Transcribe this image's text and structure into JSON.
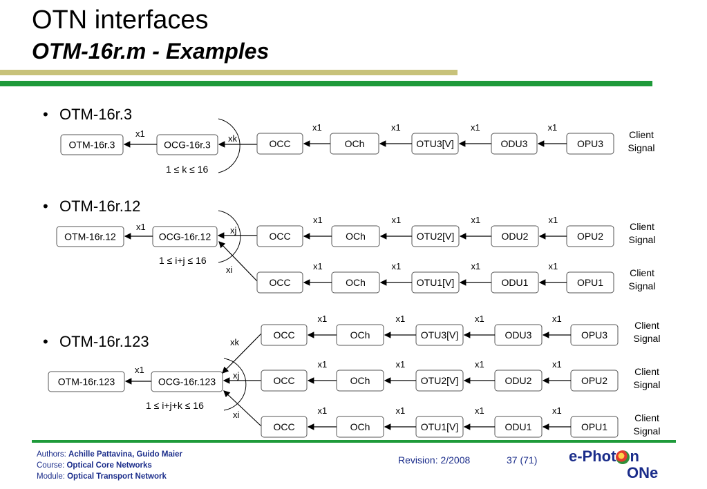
{
  "header": {
    "title": "OTN interfaces",
    "subtitle": "OTM-16r.m - Examples"
  },
  "bullets": [
    "OTM-16r.3",
    "OTM-16r.12",
    "OTM-16r.123"
  ],
  "diagram": {
    "ex1": {
      "otm": "OTM-16r.3",
      "ocg": "OCG-16r.3",
      "chain": [
        "OCC",
        "OCh",
        "OTU3[V]",
        "ODU3",
        "OPU3"
      ],
      "mult_left": "x1",
      "mult_ocg": "xk",
      "mults": [
        "x1",
        "x1",
        "x1",
        "x1"
      ],
      "range": "1 ≤ k ≤ 16",
      "client": [
        "Client",
        "Signal"
      ]
    },
    "ex2": {
      "otm": "OTM-16r.12",
      "ocg": "OCG-16r.12",
      "chains": [
        {
          "mult": "xj",
          "items": [
            "OCC",
            "OCh",
            "OTU2[V]",
            "ODU2",
            "OPU2"
          ],
          "mults": [
            "x1",
            "x1",
            "x1",
            "x1"
          ]
        },
        {
          "mult": "xi",
          "items": [
            "OCC",
            "OCh",
            "OTU1[V]",
            "ODU1",
            "OPU1"
          ],
          "mults": [
            "x1",
            "x1",
            "x1",
            "x1"
          ]
        }
      ],
      "mult_left": "x1",
      "range": "1 ≤ i+j ≤ 16",
      "client": [
        "Client",
        "Signal"
      ]
    },
    "ex3": {
      "otm": "OTM-16r.123",
      "ocg": "OCG-16r.123",
      "chains": [
        {
          "mult": "xk",
          "items": [
            "OCC",
            "OCh",
            "OTU3[V]",
            "ODU3",
            "OPU3"
          ],
          "mults": [
            "x1",
            "x1",
            "x1",
            "x1"
          ]
        },
        {
          "mult": "xj",
          "items": [
            "OCC",
            "OCh",
            "OTU2[V]",
            "ODU2",
            "OPU2"
          ],
          "mults": [
            "x1",
            "x1",
            "x1",
            "x1"
          ]
        },
        {
          "mult": "xi",
          "items": [
            "OCC",
            "OCh",
            "OTU1[V]",
            "ODU1",
            "OPU1"
          ],
          "mults": [
            "x1",
            "x1",
            "x1",
            "x1"
          ]
        }
      ],
      "mult_left": "x1",
      "range": "1 ≤ i+j+k ≤ 16",
      "client": [
        "Client",
        "Signal"
      ]
    }
  },
  "footer": {
    "authors_label": "Authors: ",
    "authors": "Achille Pattavina, Guido Maier",
    "course_label": "Course: ",
    "course": "Optical Core Networks",
    "module_label": "Module: ",
    "module": "Optical Transport Network",
    "revision": "Revision: 2/2008",
    "page": "37 (71)",
    "logo_line1": "e-Phot",
    "logo_n": "n",
    "logo_line2": "ONe"
  },
  "colors": {
    "green": "#1e9a3a",
    "yellow": "#c8c27a",
    "navy": "#1a2c8a"
  }
}
